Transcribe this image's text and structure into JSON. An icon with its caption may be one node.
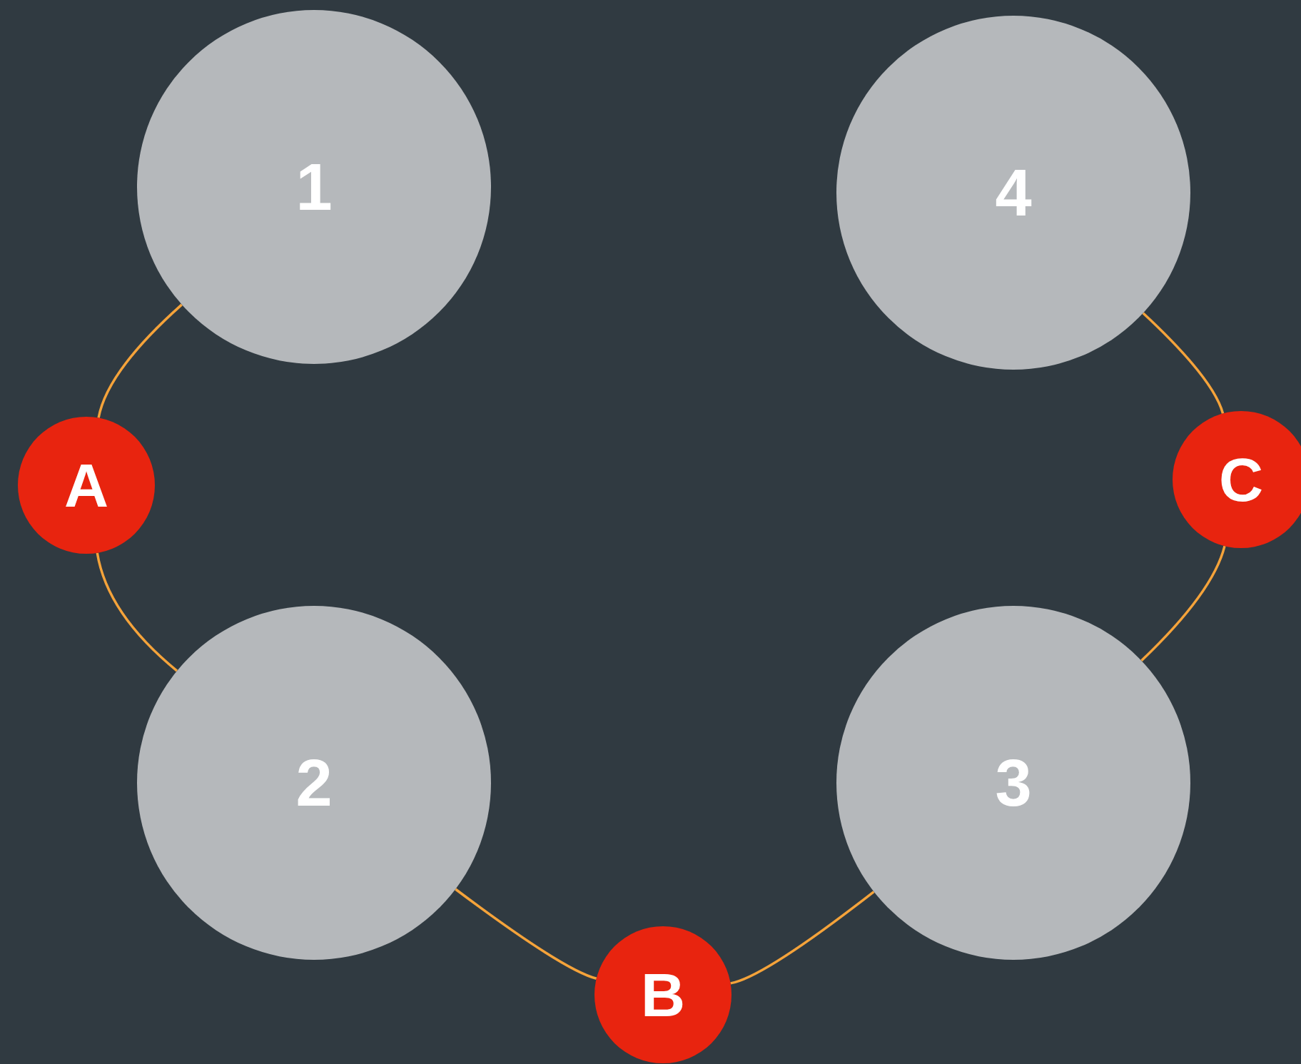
{
  "diagram": {
    "nodes": [
      {
        "text": [
          "1"
        ]
      },
      {
        "text": [
          "4"
        ]
      },
      {
        "text": [
          "A"
        ]
      },
      {
        "text": [
          "C"
        ]
      },
      {
        "text": [
          "2"
        ]
      },
      {
        "text": [
          "3"
        ]
      },
      {
        "text": [
          "B"
        ]
      }
    ],
    "edges": [
      {
        "from": 2,
        "to": 0,
        "arrow": "none"
      },
      {
        "from": 2,
        "to": 4,
        "arrow": "none"
      },
      {
        "from": 6,
        "to": 4,
        "arrow": "none"
      },
      {
        "from": 6,
        "to": 5,
        "arrow": "none"
      },
      {
        "from": 3,
        "to": 1,
        "arrow": "none"
      },
      {
        "from": 3,
        "to": 5,
        "arrow": "none"
      }
    ]
  }
}
